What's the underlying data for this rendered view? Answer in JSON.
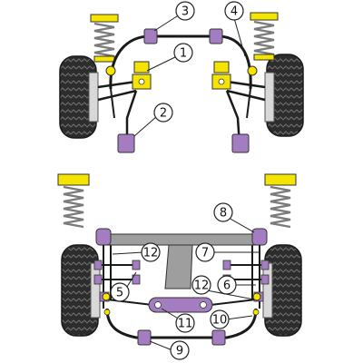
{
  "colors": {
    "background": "#ffffff",
    "tyre": "#2c2c2c",
    "tyre_highlight": "#6b6b6b",
    "spring_yellow": "#f5e400",
    "spring_coil": "#7a7a7a",
    "bush_purple": "#a47cc0",
    "bush_yellow": "#f5e400",
    "frame_grey": "#9e9e9e",
    "arm_black": "#1a1a1a",
    "callout_fill": "#ffffff",
    "callout_stroke": "#222222"
  },
  "callouts": [
    {
      "id": "c1",
      "label": "1"
    },
    {
      "id": "c2",
      "label": "2"
    },
    {
      "id": "c3",
      "label": "3"
    },
    {
      "id": "c4",
      "label": "4"
    },
    {
      "id": "c5",
      "label": "5"
    },
    {
      "id": "c6",
      "label": "6"
    },
    {
      "id": "c7",
      "label": "7"
    },
    {
      "id": "c8",
      "label": "8"
    },
    {
      "id": "c9",
      "label": "9"
    },
    {
      "id": "c10",
      "label": "10"
    },
    {
      "id": "c11",
      "label": "11"
    },
    {
      "id": "c12a",
      "label": "12"
    },
    {
      "id": "c12b",
      "label": "12"
    }
  ]
}
